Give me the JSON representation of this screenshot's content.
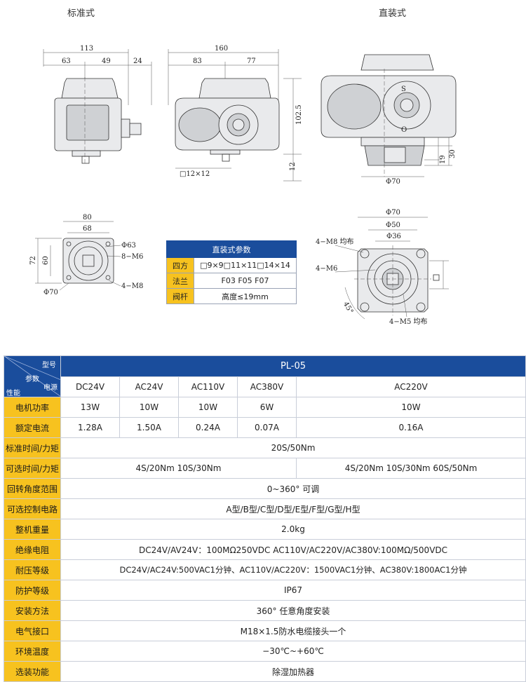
{
  "drawings": {
    "standard_title": "标准式",
    "direct_title": "直装式",
    "dims_standard_top": {
      "total": "113",
      "left": "63",
      "right": "49",
      "side": "24"
    },
    "dims_side": {
      "total": "160",
      "left": "83",
      "right": "77",
      "height": "102.5",
      "stem": "12",
      "square": "□12×12"
    },
    "dims_direct": {
      "h1": "19",
      "h2": "30",
      "dia": "Φ70"
    },
    "dims_bottom_left": {
      "w1": "80",
      "w2": "68",
      "h1": "72",
      "h2": "60",
      "d1": "Φ63",
      "bolt1": "8−M6",
      "d2": "Φ70",
      "bolt2": "4−M8"
    },
    "dims_bottom_right": {
      "d1": "Φ70",
      "d2": "Φ50",
      "d3": "Φ36",
      "b1": "4−M8 均布",
      "b2": "4−M6",
      "b3": "4−M5 均布",
      "angle": "45°"
    },
    "so_labels": {
      "s": "S",
      "o": "O"
    }
  },
  "param_table": {
    "title": "直装式参数",
    "rows": [
      {
        "key": "四方",
        "value": "□9×9□11×11□14×14"
      },
      {
        "key": "法兰",
        "value": "F03  F05  F07"
      },
      {
        "key": "阀杆",
        "value": "高度≤19mm"
      }
    ]
  },
  "spec_table": {
    "corner": {
      "model": "型号",
      "params": "参数",
      "power": "电源",
      "performance": "性能"
    },
    "model_value": "PL-05",
    "voltages": [
      "DC24V",
      "AC24V",
      "AC110V",
      "AC380V",
      "AC220V"
    ],
    "rows": [
      {
        "label": "电机功率",
        "cells": [
          "13W",
          "10W",
          "10W",
          "6W",
          "10W"
        ]
      },
      {
        "label": "额定电流",
        "cells": [
          "1.28A",
          "1.50A",
          "0.24A",
          "0.07A",
          "0.16A"
        ]
      },
      {
        "label": "标准时间/力矩",
        "full": "20S/50Nm"
      },
      {
        "label": "可选时间/力矩",
        "left": "4S/20Nm   10S/30Nm",
        "right": "4S/20Nm  10S/30Nm  60S/50Nm"
      },
      {
        "label": "回转角度范围",
        "full": "0~360°  可调"
      },
      {
        "label": "可选控制电路",
        "full": "A型/B型/C型/D型/E型/F型/G型/H型"
      },
      {
        "label": "整机重量",
        "full": "2.0kg"
      },
      {
        "label": "绝缘电阻",
        "full": "DC24V/AV24V：100MΩ250VDC   AC110V/AC220V/AC380V:100MΩ/500VDC"
      },
      {
        "label": "耐压等级",
        "full": "DC24V/AC24V:500VAC1分钟、AC110V/AC220V：1500VAC1分钟、AC380V:1800AC1分钟"
      },
      {
        "label": "防护等级",
        "full": "IP67"
      },
      {
        "label": "安装方法",
        "full": "360°  任意角度安装"
      },
      {
        "label": "电气接口",
        "full": "M18×1.5防水电缆接头一个"
      },
      {
        "label": "环境温度",
        "full": "−30℃~+60℃"
      },
      {
        "label": "选装功能",
        "full": "除湿加热器"
      }
    ]
  }
}
